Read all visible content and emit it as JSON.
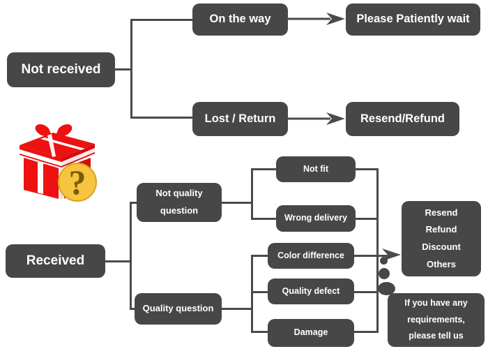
{
  "diagram": {
    "title": "Order issue resolution flowchart",
    "box_color": "#474747",
    "line_color": "#4a4a4a",
    "text_color": "#ffffff",
    "background": "#ffffff"
  },
  "nodes": {
    "not_received": "Not received",
    "on_the_way": "On the way",
    "please_wait": "Please Patiently wait",
    "lost_return": "Lost / Return",
    "resend_refund": "Resend/Refund",
    "received": "Received",
    "not_quality_question_l1": "Not quality",
    "not_quality_question_l2": "question",
    "quality_question": "Quality question",
    "not_fit": "Not fit",
    "wrong_delivery": "Wrong delivery",
    "color_difference": "Color difference",
    "quality_defect": "Quality defect",
    "damage": "Damage"
  },
  "outcomes": {
    "items": [
      "Resend",
      "Refund",
      "Discount",
      "Others"
    ]
  },
  "note": {
    "lines": [
      "If you have any",
      "requirements,",
      "please tell us"
    ]
  },
  "icons": {
    "gift": "gift-box-icon",
    "question_badge": "question-mark-icon",
    "gift_colors": {
      "box": "#ee1111",
      "ribbon": "#ffffff",
      "badge": "#f5c542",
      "badge_mark": "#7a5c00"
    }
  }
}
